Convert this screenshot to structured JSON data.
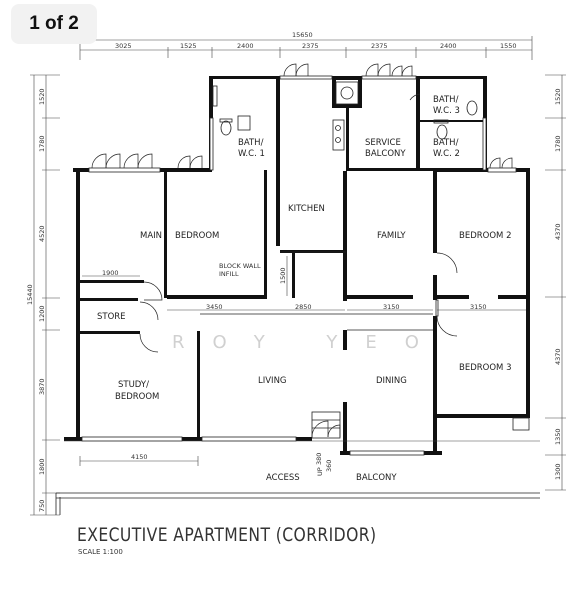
{
  "pager": {
    "label": "1 of 2"
  },
  "title": "EXECUTIVE APARTMENT (CORRIDOR)",
  "scale": "SCALE 1:100",
  "watermark": "ROY YEO",
  "rooms": {
    "bath_wc_1": [
      "BATH/",
      "W.C. 1"
    ],
    "bath_wc_2": [
      "BATH/",
      "W.C. 2"
    ],
    "bath_wc_3": [
      "BATH/",
      "W.C. 3"
    ],
    "service_balcony": [
      "SERVICE",
      "BALCONY"
    ],
    "kitchen": "KITCHEN",
    "main": "MAIN",
    "bedroom": "BEDROOM",
    "family": "FAMILY",
    "bedroom_2": "BEDROOM 2",
    "block_wall": [
      "BLOCK WALL",
      "INFILL"
    ],
    "store": "STORE",
    "study": [
      "STUDY/",
      "BEDROOM"
    ],
    "living": "LIVING",
    "dining": "DINING",
    "bedroom_3": "BEDROOM 3",
    "access": "ACCESS",
    "balcony": "BALCONY",
    "up": "UP"
  },
  "dimensions": {
    "top_total": "15650",
    "top": [
      "3025",
      "1525",
      "2400",
      "2375",
      "2375",
      "2400",
      "1550"
    ],
    "left_total": "15440",
    "left": [
      "1520",
      "1780",
      "4520",
      "1200",
      "3870",
      "1800",
      "750"
    ],
    "right": [
      "1520",
      "1780",
      "4370",
      "4370",
      "1350",
      "1300"
    ],
    "inner": {
      "d1900": "1900",
      "d1500": "1500",
      "d3450": "3450",
      "d2850": "2850",
      "d3150a": "3150",
      "d3150b": "3150",
      "d4150": "4150",
      "d380": "380",
      "d360": "360"
    }
  }
}
